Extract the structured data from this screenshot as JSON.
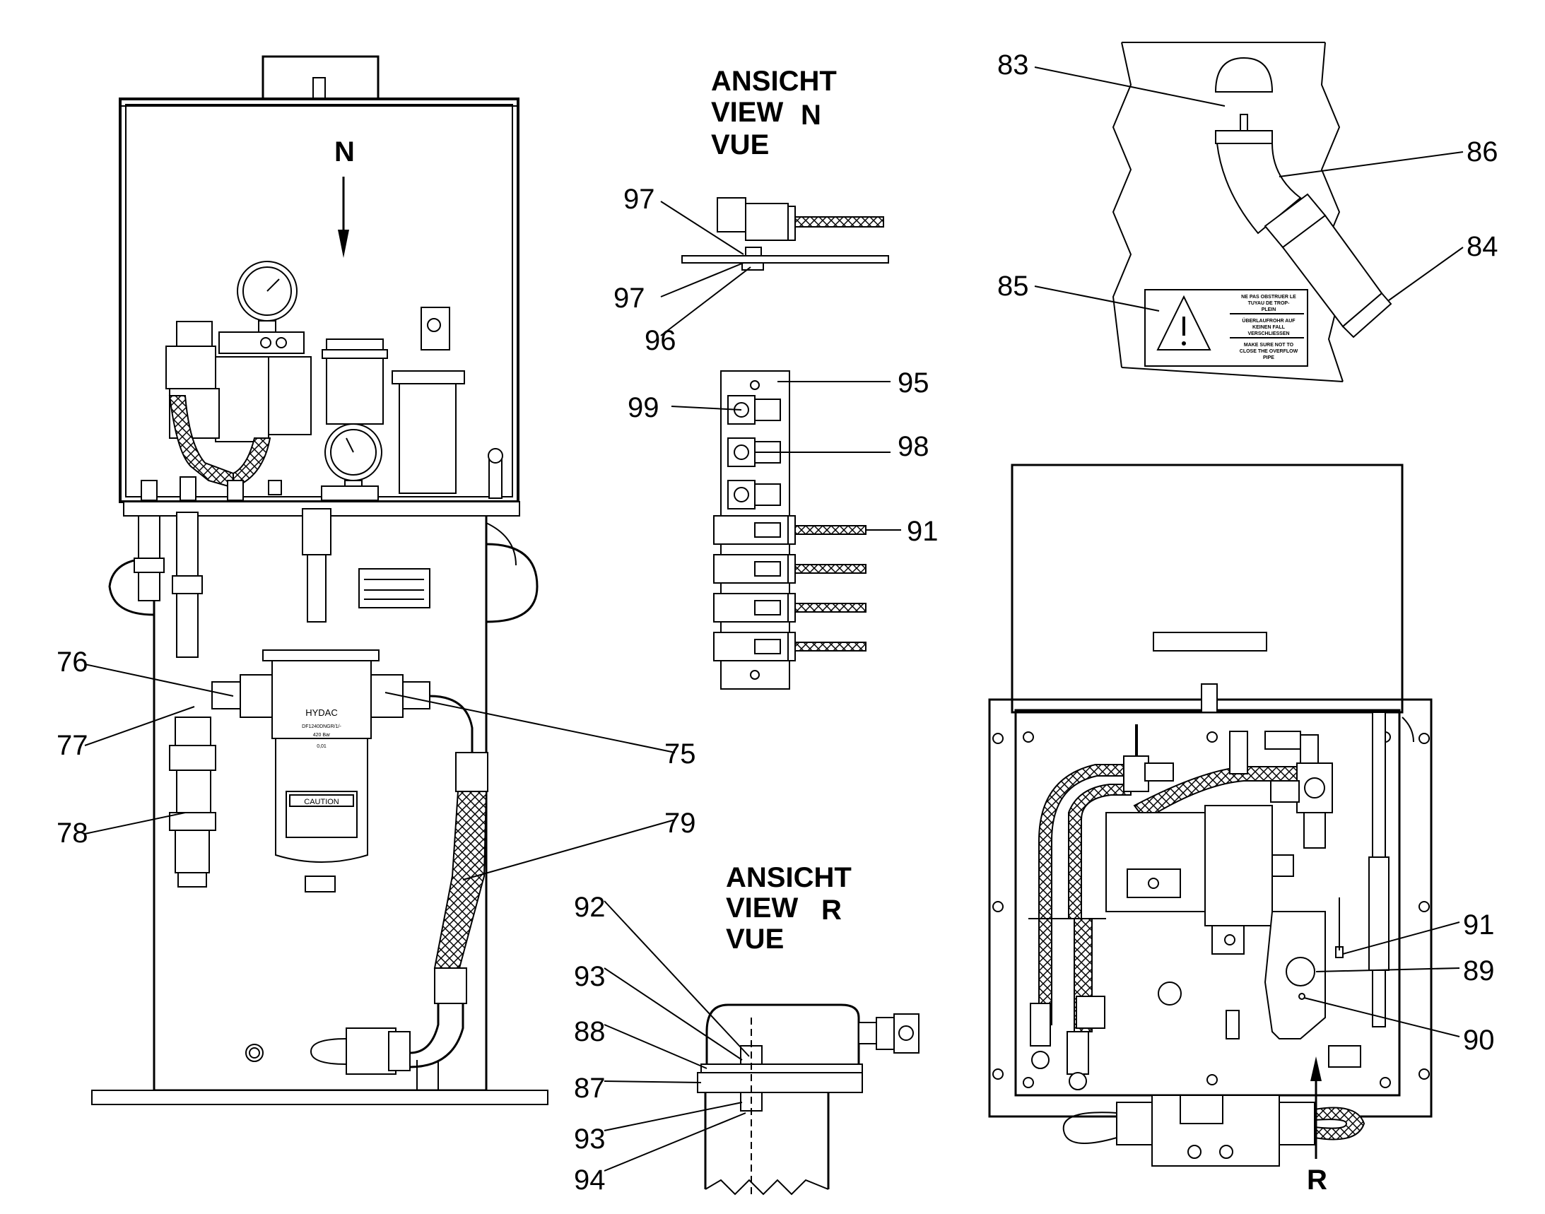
{
  "views": {
    "n": {
      "line1": "ANSICHT",
      "line2": "VIEW",
      "letter": "N",
      "line3": "VUE"
    },
    "r": {
      "line1": "ANSICHT",
      "line2": "VIEW",
      "letter": "R",
      "line3": "VUE"
    }
  },
  "arrow_labels": {
    "n": "N",
    "r": "R"
  },
  "callouts": [
    "83",
    "86",
    "84",
    "85",
    "97",
    "97",
    "96",
    "95",
    "99",
    "98",
    "91",
    "76",
    "77",
    "78",
    "75",
    "79",
    "92",
    "93",
    "88",
    "87",
    "93",
    "94",
    "91",
    "89",
    "90"
  ],
  "filter_text": {
    "brand": "HYDAC",
    "model": "DF1240DNGR/1/-",
    "pressure": "420 Bar",
    "size": "0,01",
    "caution": "CAUTION"
  },
  "warning_label": {
    "lines": [
      "NE PAS OBSTRUER LE",
      "TUYAU DE TROP-",
      "PLEIN",
      "ÜBERLAUFROHR AUF",
      "KEINEN FALL",
      "VERSCHLIESSEN",
      "MAKE SURE NOT TO",
      "CLOSE THE OVERFLOW",
      "PIPE"
    ]
  }
}
